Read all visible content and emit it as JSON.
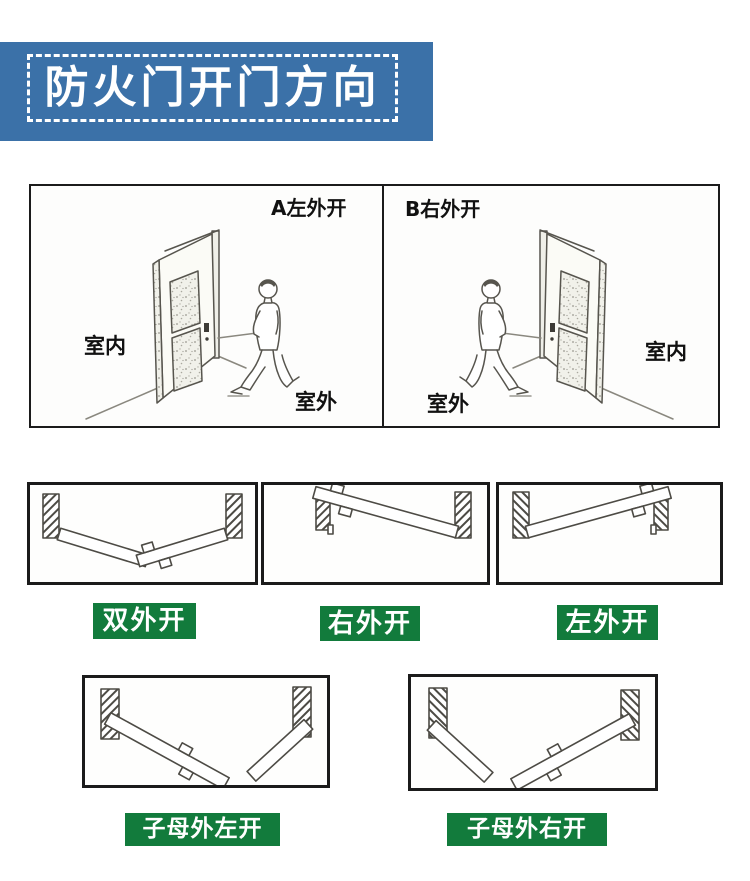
{
  "title": "防火门开门方向",
  "colors": {
    "banner_blue": "#3b71a8",
    "label_green": "#127b3c",
    "sketch_line": "#4d4b45",
    "box_border": "#1b1b1b"
  },
  "top_diagram": {
    "panel_a": {
      "label": "A左外开",
      "indoor": "室内",
      "outdoor": "室外"
    },
    "panel_b": {
      "label": "B右外开",
      "indoor": "室内",
      "outdoor": "室外"
    }
  },
  "schematics": [
    {
      "label": "双外开"
    },
    {
      "label": "右外开"
    },
    {
      "label": "左外开"
    },
    {
      "label": "子母外左开"
    },
    {
      "label": "子母外右开"
    }
  ]
}
